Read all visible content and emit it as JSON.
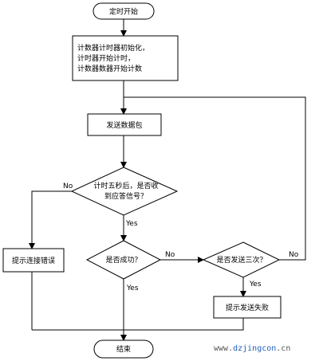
{
  "nodes": {
    "start": {
      "lines": [
        "定时开始"
      ]
    },
    "init": {
      "lines": [
        "计数器计时器初始化，",
        "计时器开始计时，",
        "计数器数器开始计数"
      ]
    },
    "send": {
      "lines": [
        "发送数据包"
      ]
    },
    "check5s": {
      "lines": [
        "计时五秒后，是否收",
        "到应答信号？"
      ]
    },
    "success": {
      "lines": [
        "是否成功？"
      ]
    },
    "thrice": {
      "lines": [
        "是否发送三次？"
      ]
    },
    "linkerr": {
      "lines": [
        "提示连接错误"
      ]
    },
    "sendfail": {
      "lines": [
        "提示发送失败"
      ]
    },
    "end": {
      "lines": [
        "结束"
      ]
    }
  },
  "edges": {
    "check5s_no": "No",
    "check5s_yes": "Yes",
    "success_no": "No",
    "success_yes": "Yes",
    "thrice_no": "No",
    "thrice_yes": "Yes"
  },
  "watermark": {
    "prefix": "www.",
    "accent": "dzjingcon",
    "suffix": ".cn"
  }
}
